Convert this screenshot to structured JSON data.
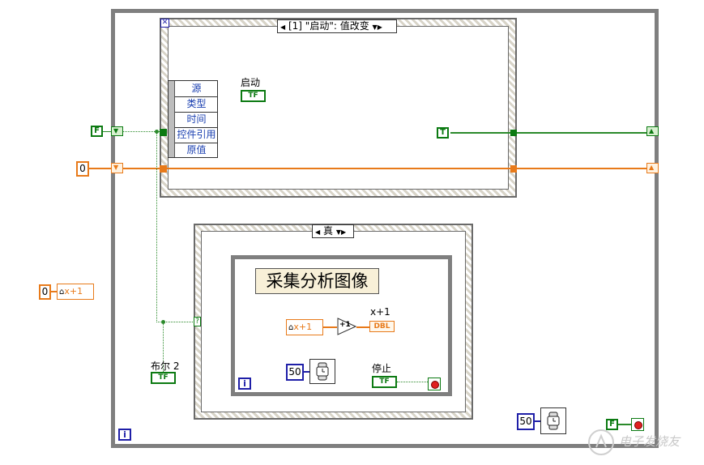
{
  "event_structure": {
    "selector": "[1] \"启动\": 值改变",
    "event_data_fields": [
      "源",
      "类型",
      "时间",
      "控件引用",
      "原值"
    ],
    "control_label": "启动",
    "control_type": "TF",
    "true_constant": "T"
  },
  "outer_loop": {
    "false_constant": "F",
    "numeric_constant": "0",
    "wait_ms": "50",
    "stop_false_constant": "F",
    "iteration_label": "i"
  },
  "feedback": {
    "init": "0",
    "node_label": "x+1"
  },
  "case_structure": {
    "selector": "真",
    "selector_terminal": "?",
    "bool_label": "布尔 2",
    "bool_type": "TF"
  },
  "inner_loop": {
    "title": "采集分析图像",
    "feedback_label": "x+1",
    "increment": "+1",
    "indicator_label": "x+1",
    "indicator_type": "DBL",
    "wait_ms": "50",
    "stop_label": "停止",
    "stop_type": "TF",
    "iteration_label": "i"
  },
  "watermark": "电子发烧友",
  "colors": {
    "bool_wire": "#2b8a2b",
    "numeric_wire": "#e87a1a",
    "int_constant": "#1f1fa8",
    "structure_frame": "#7f7f7f"
  }
}
